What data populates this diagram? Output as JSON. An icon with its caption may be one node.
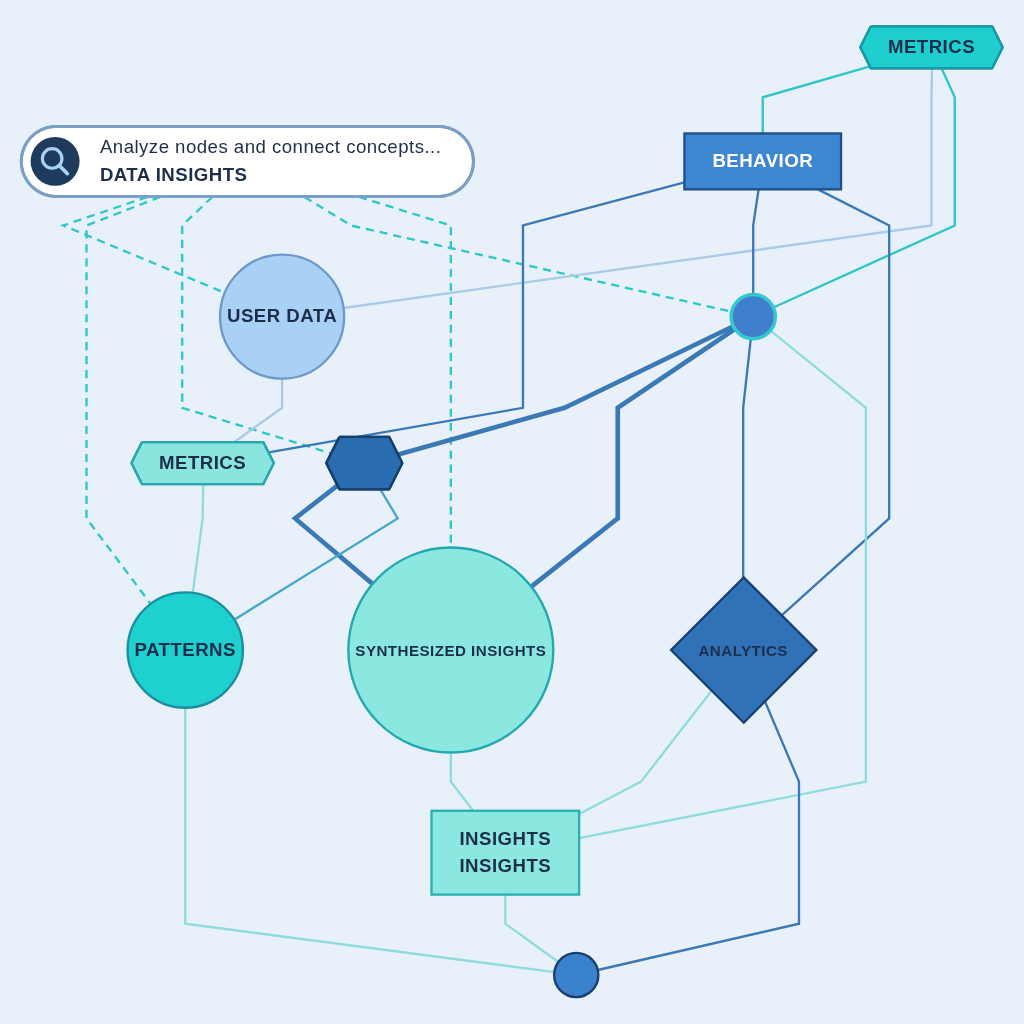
{
  "diagram": {
    "nodes": [
      {
        "text": [
          "Analyze nodes and connect concepts...",
          "DATA INSIGHTS"
        ]
      },
      {
        "text": [
          "METRICS"
        ]
      },
      {
        "text": [
          "BEHAVIOR"
        ]
      },
      {
        "text": [
          "USER DATA"
        ]
      },
      {
        "text": [],
        "shape": "circle"
      },
      {
        "text": [
          "METRICS"
        ]
      },
      {
        "text": [],
        "shape": "hexagon"
      },
      {
        "text": [
          "ANALYTICS"
        ]
      },
      {
        "text": [
          "SYNTHESIZED INSIGHTS"
        ]
      },
      {
        "text": [
          "PATTERNS"
        ]
      },
      {
        "text": [
          "INSIGHTS",
          "INSIGHTS"
        ]
      },
      {
        "text": [],
        "shape": "circle"
      }
    ],
    "edges": [
      {
        "from": 0,
        "to": 3,
        "arrow": "none",
        "style": "dashed",
        "color": "#2cc7c9"
      },
      {
        "from": 0,
        "to": 9,
        "arrow": "none",
        "style": "dashed",
        "color": "#2cc7c9"
      },
      {
        "from": 0,
        "to": 6,
        "arrow": "none",
        "style": "dashed",
        "color": "#2cc7c9"
      },
      {
        "from": 0,
        "to": 4,
        "arrow": "none",
        "style": "dashed",
        "color": "#2cc7c9"
      },
      {
        "from": 0,
        "to": 8,
        "arrow": "none",
        "style": "dashed",
        "color": "#2cc7c9"
      },
      {
        "from": 1,
        "to": 2,
        "arrow": "none",
        "color": "#2ec4c8"
      },
      {
        "from": 1,
        "to": 3,
        "arrow": "none",
        "color": "#a9cbe8"
      },
      {
        "from": 1,
        "to": 4,
        "arrow": "none",
        "color": "#2ec4c8"
      },
      {
        "from": 2,
        "to": 5,
        "arrow": "none"
      },
      {
        "from": 2,
        "to": 4,
        "arrow": "none"
      },
      {
        "from": 2,
        "to": 7,
        "arrow": "none"
      },
      {
        "from": 3,
        "to": 5,
        "arrow": "none",
        "color": "#a9cbe8"
      },
      {
        "from": 5,
        "to": 9,
        "arrow": "none",
        "color": "#8fdcdc"
      },
      {
        "from": 4,
        "to": 6,
        "arrow": "none",
        "style": "thick"
      },
      {
        "from": 4,
        "to": 8,
        "arrow": "none",
        "style": "thick"
      },
      {
        "from": 6,
        "to": 8,
        "arrow": "none",
        "style": "thick"
      },
      {
        "from": 4,
        "to": 7,
        "arrow": "none"
      },
      {
        "from": 4,
        "to": 10,
        "arrow": "none",
        "color": "#8fdcdc"
      },
      {
        "from": 6,
        "to": 9,
        "arrow": "none",
        "color": "#46a6c8"
      },
      {
        "from": 8,
        "to": 10,
        "arrow": "none",
        "color": "#8fdcdc"
      },
      {
        "from": 7,
        "to": 10,
        "arrow": "none",
        "color": "#8fdcdc"
      },
      {
        "from": 7,
        "to": 11,
        "arrow": "none"
      },
      {
        "from": 9,
        "to": 11,
        "arrow": "none",
        "color": "#8fdcdc"
      },
      {
        "from": 10,
        "to": 11,
        "arrow": "none",
        "color": "#8fdcdc"
      }
    ]
  }
}
